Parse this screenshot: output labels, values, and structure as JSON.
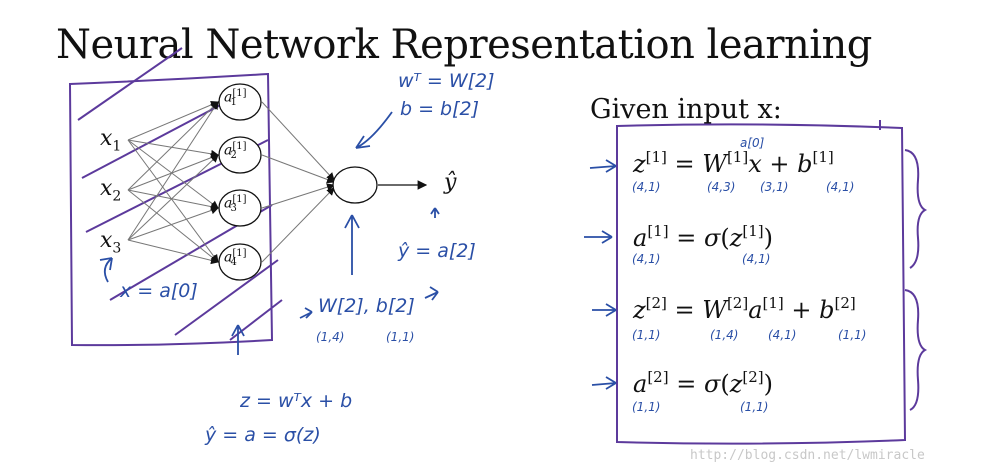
{
  "title": "Neural Network Representation learning",
  "given": "Given input x:",
  "inputs": {
    "x1": {
      "base": "x",
      "sub": "1"
    },
    "x2": {
      "base": "x",
      "sub": "2"
    },
    "x3": {
      "base": "x",
      "sub": "3"
    }
  },
  "hidden": {
    "n1": {
      "base": "a",
      "sup": "[1]",
      "sub": "1"
    },
    "n2": {
      "base": "a",
      "sup": "[1]",
      "sub": "2"
    },
    "n3": {
      "base": "a",
      "sup": "[1]",
      "sub": "3"
    },
    "n4": {
      "base": "a",
      "sup": "[1]",
      "sub": "4"
    }
  },
  "output": "ŷ",
  "equations": {
    "eq1": {
      "lhs": "z",
      "lhs_sup": "[1]",
      "rhs_a": "W",
      "rhs_a_sup": "[1]",
      "rhs_x": "x",
      "rhs_b": "b",
      "rhs_b_sup": "[1]",
      "overwrite": "a[0]"
    },
    "eq2": {
      "lhs": "a",
      "lhs_sup": "[1]",
      "fn": "σ",
      "arg": "z",
      "arg_sup": "[1]"
    },
    "eq3": {
      "lhs": "z",
      "lhs_sup": "[2]",
      "rhs_a": "W",
      "rhs_a_sup": "[2]",
      "rhs_x": "a",
      "rhs_x_sup": "[1]",
      "rhs_b": "b",
      "rhs_b_sup": "[2]"
    },
    "eq4": {
      "lhs": "a",
      "lhs_sup": "[2]",
      "fn": "σ",
      "arg": "z",
      "arg_sup": "[2]"
    }
  },
  "dims": {
    "eq1": [
      "(4,1)",
      "(4,3)",
      "(3,1)",
      "(4,1)"
    ],
    "eq2": [
      "(4,1)",
      "(4,1)"
    ],
    "eq3": [
      "(1,1)",
      "(1,4)",
      "(4,1)",
      "(1,1)"
    ],
    "eq4": [
      "(1,1)",
      "(1,1)"
    ]
  },
  "notes": {
    "wt": "wᵀ = W[2]",
    "b": "b = b[2]",
    "yhat": "ŷ = a[2]",
    "x_a0": "x = a[0]",
    "wb": "W[2], b[2]",
    "wb_dims": [
      "(1,4)",
      "(1,1)"
    ],
    "z_eq": "z = wᵀx + b",
    "yhat_eq": "ŷ = a = σ(z)"
  },
  "watermark": "http://blog.csdn.net/lwmiracle",
  "colors": {
    "ink": "#111111",
    "pen": "#2a4fa6",
    "purple": "#5c3a9c"
  }
}
